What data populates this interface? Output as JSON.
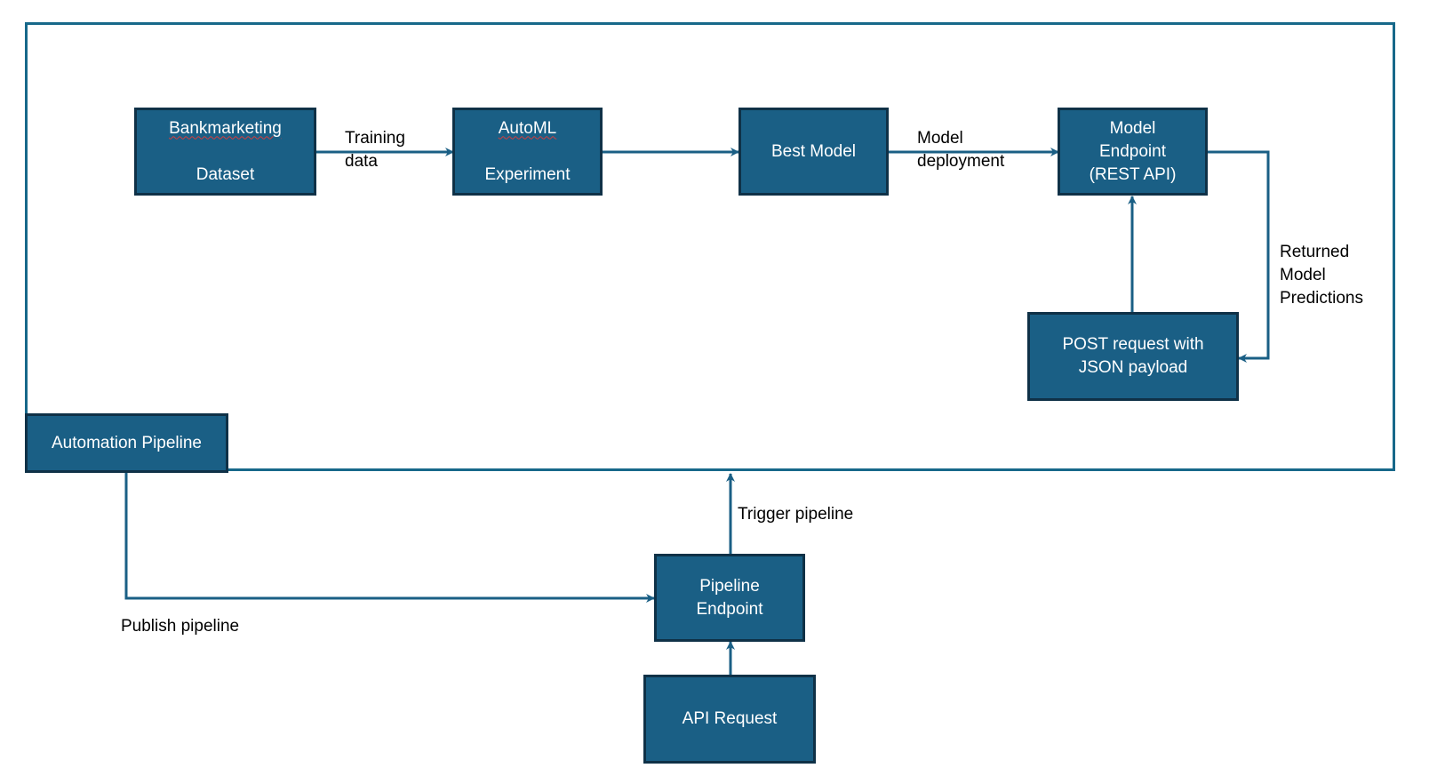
{
  "colors": {
    "node_fill": "#1a5f85",
    "node_border": "#0f3147",
    "frame": "#17688a",
    "connector": "#1a5f85",
    "text_on_node": "#ffffff",
    "label_text": "#000000"
  },
  "nodes": {
    "bankmarketing_line1": "Bankmarketing",
    "bankmarketing_line2": "Dataset",
    "automl_line1": "AutoML",
    "automl_line2": "Experiment",
    "best_model": "Best Model",
    "model_endpoint": "Model\nEndpoint\n(REST API)",
    "post_request": "POST request with\nJSON payload",
    "automation_pipeline": "Automation Pipeline",
    "pipeline_endpoint": "Pipeline\nEndpoint",
    "api_request": "API Request"
  },
  "labels": {
    "training_data": "Training\ndata",
    "model_deployment": "Model\ndeployment",
    "returned_predictions": "Returned\nModel\nPredictions",
    "trigger_pipeline": "Trigger pipeline",
    "publish_pipeline": "Publish pipeline"
  }
}
